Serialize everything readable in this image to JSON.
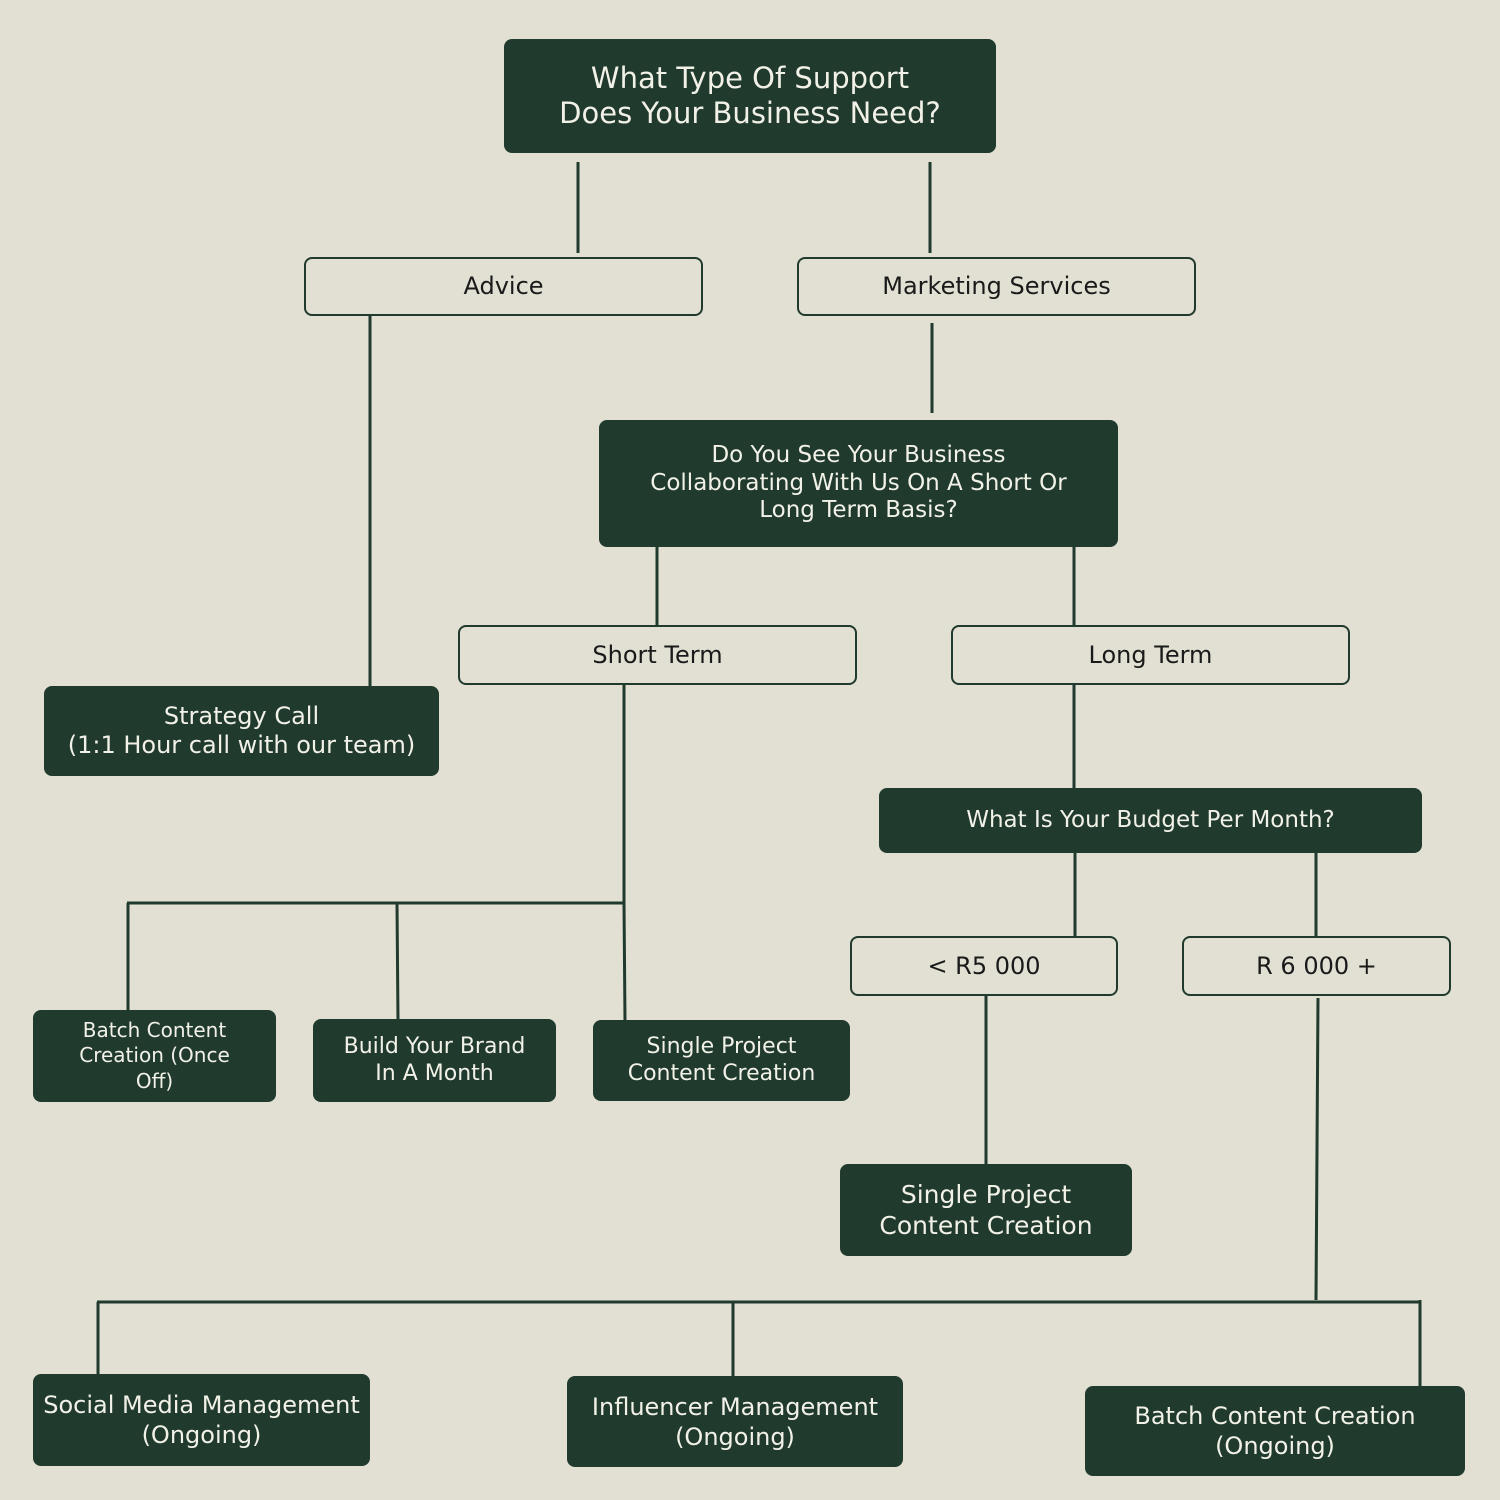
{
  "colors": {
    "background": "#e1e0d3",
    "dark_node": "#203a2d",
    "line": "#203a2d",
    "dark_text": "#f2f1e8"
  },
  "nodes": {
    "root": "What Type Of Support\nDoes Your Business Need?",
    "advice": "Advice",
    "marketing": "Marketing Services",
    "term_question": "Do You See Your Business\nCollaborating With Us On A Short Or\nLong Term Basis?",
    "strategy_call": "Strategy Call\n(1:1 Hour call with our team)",
    "short_term": "Short Term",
    "long_term": "Long Term",
    "budget_question": "What Is Your Budget Per Month?",
    "batch_once": "Batch Content\nCreation (Once\nOff)",
    "brand_month": "Build Your Brand\nIn A Month",
    "single_project_short": "Single Project\nContent Creation",
    "under_5000": "< R5 000",
    "over_6000": "R 6 000 +",
    "single_project_long": "Single Project\nContent Creation",
    "social_media": "Social Media Management\n(Ongoing)",
    "influencer": "Influencer Management\n(Ongoing)",
    "batch_ongoing": "Batch Content Creation\n(Ongoing)"
  }
}
